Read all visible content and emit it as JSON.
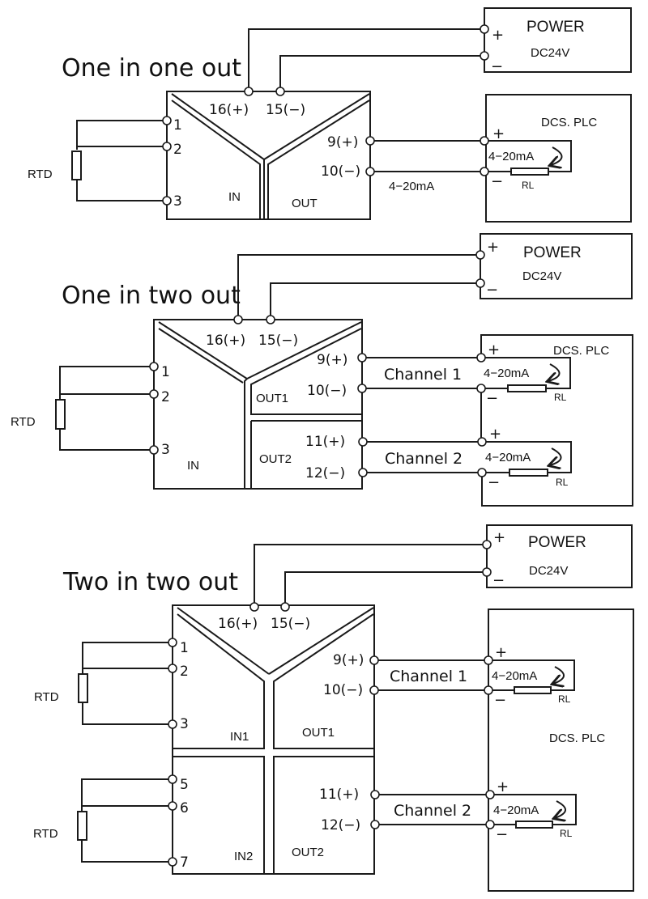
{
  "diagrams": [
    {
      "title": "One in one out",
      "power": {
        "label": "POWER",
        "voltage": "DC24V",
        "plus": "+",
        "minus": "−"
      },
      "supply_pins": {
        "positive": "16(+)",
        "negative": "15(−)"
      },
      "inputs": [
        {
          "sensor": "RTD",
          "pins": [
            "1",
            "2",
            "3"
          ],
          "section_label": "IN"
        }
      ],
      "outputs": [
        {
          "section_label": "OUT",
          "pin_pos": "9(+)",
          "pin_neg": "10(−)",
          "wire_label": "4−20mA"
        }
      ],
      "receivers": [
        {
          "label": "DCS. PLC",
          "plus": "+",
          "minus": "−",
          "loop_label": "4−20mA",
          "resistor_label": "RL"
        }
      ]
    },
    {
      "title": "One in two out",
      "power": {
        "label": "POWER",
        "voltage": "DC24V",
        "plus": "+",
        "minus": "−"
      },
      "supply_pins": {
        "positive": "16(+)",
        "negative": "15(−)"
      },
      "inputs": [
        {
          "sensor": "RTD",
          "pins": [
            "1",
            "2",
            "3"
          ],
          "section_label": "IN"
        }
      ],
      "outputs": [
        {
          "section_label": "OUT1",
          "pin_pos": "9(+)",
          "pin_neg": "10(−)",
          "channel": "Channel 1"
        },
        {
          "section_label": "OUT2",
          "pin_pos": "11(+)",
          "pin_neg": "12(−)",
          "channel": "Channel 2"
        }
      ],
      "receivers": [
        {
          "label": "DCS. PLC",
          "plus": "+",
          "minus": "−",
          "loop_label": "4−20mA",
          "resistor_label": "RL"
        },
        {
          "plus": "+",
          "minus": "−",
          "loop_label": "4−20mA",
          "resistor_label": "RL"
        }
      ]
    },
    {
      "title": "Two in two out",
      "power": {
        "label": "POWER",
        "voltage": "DC24V",
        "plus": "+",
        "minus": "−"
      },
      "supply_pins": {
        "positive": "16(+)",
        "negative": "15(−)"
      },
      "inputs": [
        {
          "sensor": "RTD",
          "pins": [
            "1",
            "2",
            "3"
          ],
          "section_label": "IN1"
        },
        {
          "sensor": "RTD",
          "pins": [
            "5",
            "6",
            "7"
          ],
          "section_label": "IN2"
        }
      ],
      "outputs": [
        {
          "section_label": "OUT1",
          "pin_pos": "9(+)",
          "pin_neg": "10(−)",
          "channel": "Channel 1"
        },
        {
          "section_label": "OUT2",
          "pin_pos": "11(+)",
          "pin_neg": "12(−)",
          "channel": "Channel 2"
        }
      ],
      "receivers": [
        {
          "label": "DCS. PLC",
          "plus": "+",
          "minus": "−",
          "loop_label": "4−20mA",
          "resistor_label": "RL"
        },
        {
          "plus": "+",
          "minus": "−",
          "loop_label": "4−20mA",
          "resistor_label": "RL"
        }
      ]
    }
  ]
}
